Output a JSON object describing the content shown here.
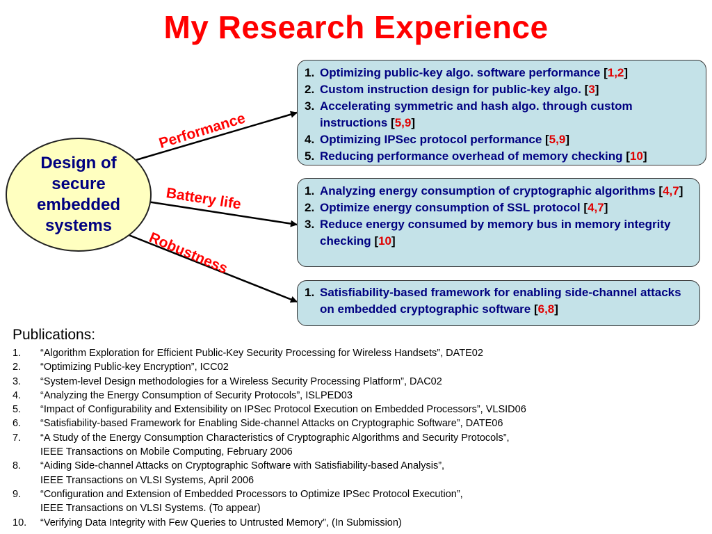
{
  "title": "My Research Experience",
  "center": {
    "lines": [
      "Design of",
      "secure",
      "embedded",
      "systems"
    ]
  },
  "branches": [
    {
      "label": "Performance"
    },
    {
      "label": "Battery life"
    },
    {
      "label": "Robustness"
    }
  ],
  "performance_items": [
    {
      "num": "1.",
      "text": "Optimizing public-key algo. software performance",
      "refs": "1,2"
    },
    {
      "num": "2.",
      "text": "Custom instruction design for public-key algo.",
      "refs": "3"
    },
    {
      "num": "3.",
      "text": "Accelerating symmetric and hash algo. through custom instructions",
      "refs": "5,9"
    },
    {
      "num": "4.",
      "text": "Optimizing IPSec protocol performance",
      "refs": "5,9"
    },
    {
      "num": "5.",
      "text": "Reducing performance overhead of memory checking",
      "refs": "10"
    }
  ],
  "battery_items": [
    {
      "num": "1.",
      "text": "Analyzing energy consumption of cryptographic algorithms",
      "refs": "4,7"
    },
    {
      "num": "2.",
      "text": "Optimize energy consumption of SSL protocol",
      "refs": "4,7"
    },
    {
      "num": "3.",
      "text": "Reduce energy consumed by memory bus in memory integrity checking",
      "refs": "10"
    }
  ],
  "robustness_items": [
    {
      "num": "1.",
      "text": "Satisfiability-based framework for enabling side-channel attacks on embedded cryptographic software",
      "refs": "6,8"
    }
  ],
  "publications": {
    "heading": "Publications:",
    "items": [
      {
        "num": "1.",
        "lines": [
          "“Algorithm Exploration for Efficient Public-Key Security Processing for Wireless Handsets”, DATE02"
        ]
      },
      {
        "num": "2.",
        "lines": [
          "“Optimizing Public-key Encryption”, ICC02"
        ]
      },
      {
        "num": "3.",
        "lines": [
          "“System-level Design methodologies for a Wireless Security Processing Platform”, DAC02"
        ]
      },
      {
        "num": "4.",
        "lines": [
          "“Analyzing the Energy Consumption of Security Protocols”, ISLPED03"
        ]
      },
      {
        "num": "5.",
        "lines": [
          "“Impact of Configurability and Extensibility on IPSec Protocol Execution on Embedded Processors”, VLSID06"
        ]
      },
      {
        "num": "6.",
        "lines": [
          "“Satisfiability-based Framework for Enabling Side-channel Attacks on Cryptographic Software”, DATE06"
        ]
      },
      {
        "num": "7.",
        "lines": [
          "“A Study of the Energy Consumption Characteristics of Cryptographic Algorithms and Security Protocols”,",
          " IEEE Transactions on Mobile Computing, February 2006"
        ]
      },
      {
        "num": "8.",
        "lines": [
          "“Aiding Side-channel Attacks on Cryptographic Software with Satisfiability-based Analysis”,",
          " IEEE Transactions on VLSI Systems, April 2006"
        ]
      },
      {
        "num": "9.",
        "lines": [
          "“Configuration and Extension of Embedded Processors to Optimize IPSec Protocol Execution”,",
          " IEEE Transactions on VLSI Systems. (To appear)"
        ]
      },
      {
        "num": "10.",
        "lines": [
          "“Verifying Data Integrity with Few Queries to Untrusted Memory”, (In Submission)"
        ]
      }
    ]
  }
}
